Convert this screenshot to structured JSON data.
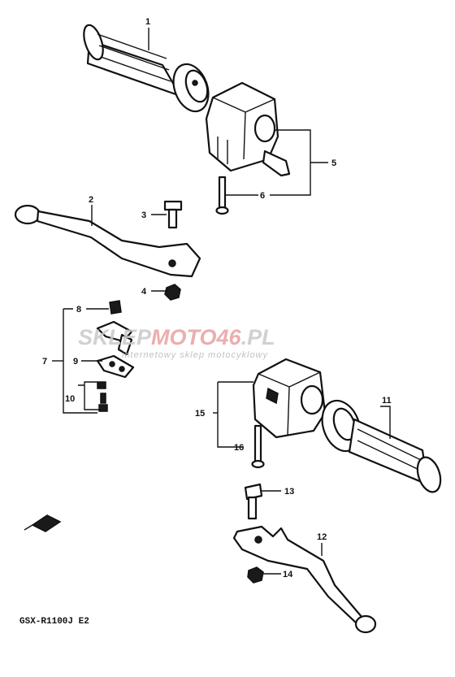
{
  "callouts": [
    "1",
    "2",
    "3",
    "4",
    "5",
    "6",
    "7",
    "8",
    "9",
    "10",
    "11",
    "12",
    "13",
    "14",
    "15",
    "16"
  ],
  "model_code": "GSX-R1100J E2",
  "watermark": {
    "brand_a": "SKLEP",
    "brand_b": "MOTO",
    "brand_c": "46",
    "brand_d": ".PL",
    "tagline": "internetowy sklep motocyklowy",
    "colors": {
      "gray": "#c9c9c9",
      "red": "#e8a0a0"
    }
  }
}
